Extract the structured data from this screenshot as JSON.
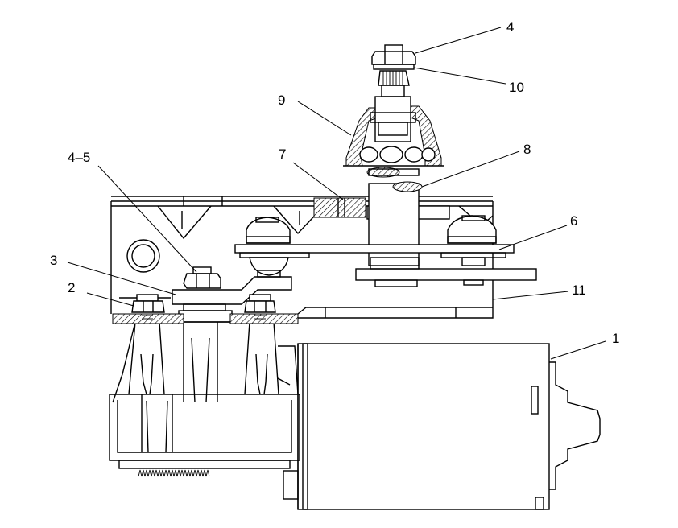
{
  "callouts": [
    {
      "id": "c4a",
      "text": "4"
    },
    {
      "id": "c10",
      "text": "10"
    },
    {
      "id": "c9",
      "text": "9"
    },
    {
      "id": "c8",
      "text": "8"
    },
    {
      "id": "c7",
      "text": "7"
    },
    {
      "id": "c45",
      "text": "4–5"
    },
    {
      "id": "c6",
      "text": "6"
    },
    {
      "id": "c3",
      "text": "3"
    },
    {
      "id": "c2",
      "text": "2"
    },
    {
      "id": "c11",
      "text": "11"
    },
    {
      "id": "c1",
      "text": "1"
    }
  ]
}
